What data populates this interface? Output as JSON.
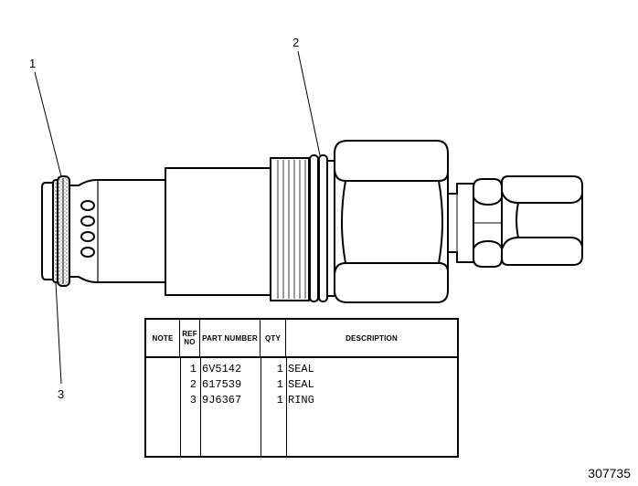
{
  "callouts": [
    "1",
    "2",
    "3"
  ],
  "table": {
    "headers": {
      "note": "NOTE",
      "ref_no": "REF NO",
      "part_number": "PART NUMBER",
      "qty": "QTY",
      "description": "DESCRIPTION"
    },
    "rows": [
      {
        "ref_no": "1",
        "part_number": "6V5142",
        "qty": "1",
        "description": "SEAL"
      },
      {
        "ref_no": "2",
        "part_number": "617539",
        "qty": "1",
        "description": "SEAL"
      },
      {
        "ref_no": "3",
        "part_number": "9J6367",
        "qty": "1",
        "description": "RING"
      }
    ]
  },
  "figure_number": "307735"
}
